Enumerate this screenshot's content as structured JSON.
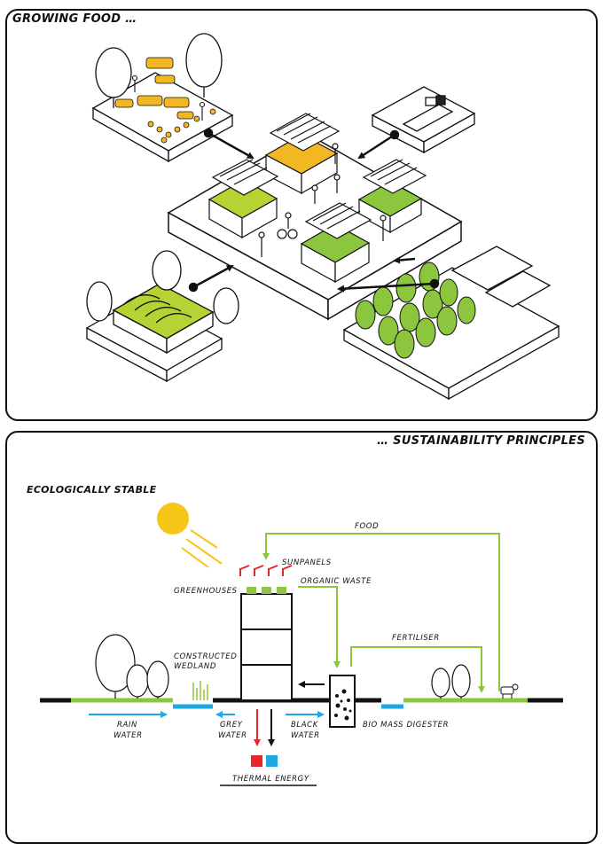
{
  "top_panel": {
    "title": "GROWING FOOD …"
  },
  "bottom_panel": {
    "title": "… SUSTAINABILITY PRINCIPLES",
    "subtitle": "ECOLOGICALLY STABLE",
    "labels": {
      "food": "FOOD",
      "sunpanels": "SUNPANELS",
      "greenhouses": "GREENHOUSES",
      "organic_waste": "ORGANIC WASTE",
      "fertiliser": "FERTILISER",
      "constructed": "CONSTRUCTED",
      "wedland": "WEDLAND",
      "rain": "RAIN",
      "rain_water": "WATER",
      "grey": "GREY",
      "grey_water": "WATER",
      "black": "BLACK",
      "black_water": "WATER",
      "bio_mass_digester": "BIO MASS DIGESTER",
      "thermal_energy": "THERMAL ENERGY"
    }
  },
  "colors": {
    "green": "#8cc63f",
    "yellow_green": "#b5d333",
    "orange": "#f2b824",
    "sun": "#f5c518",
    "blue": "#1ea7e1",
    "red": "#e8252a",
    "black": "#111111"
  }
}
